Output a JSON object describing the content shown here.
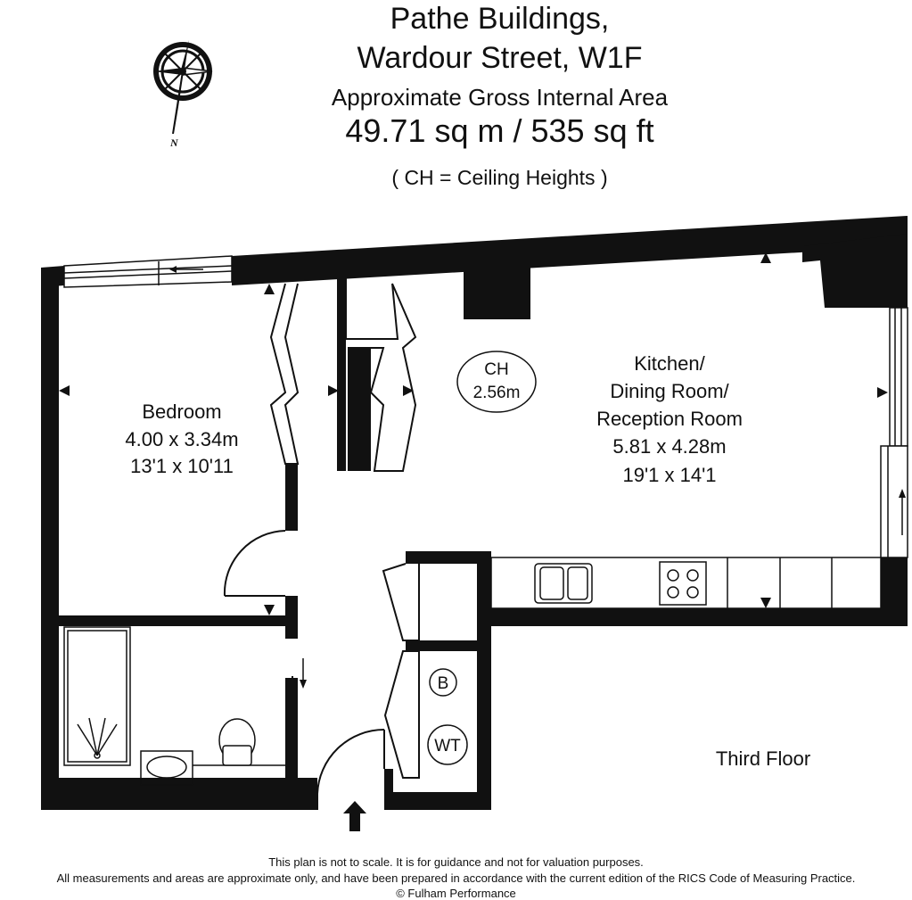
{
  "header": {
    "title_line1": "Pathe Buildings,",
    "title_line2": "Wardour Street, W1F",
    "area_label": "Approximate Gross Internal Area",
    "area_value": "49.71 sq m  /  535 sq ft",
    "ch_note": "( CH = Ceiling Heights )"
  },
  "compass": {
    "north_label": "N"
  },
  "rooms": {
    "bedroom": {
      "name": "Bedroom",
      "metric": "4.00 x 3.34m",
      "imperial": "13'1 x 10'11"
    },
    "living": {
      "name_line1": "Kitchen/",
      "name_line2": "Dining Room/",
      "name_line3": "Reception Room",
      "metric": "5.81 x 4.28m",
      "imperial": "19'1 x 14'1"
    }
  },
  "ceiling": {
    "label": "CH",
    "value": "2.56m"
  },
  "fixtures": {
    "boiler": "B",
    "water_tank": "WT"
  },
  "floor_label": "Third Floor",
  "footer": {
    "line1": "This plan is not to scale. It is for guidance and not for valuation purposes.",
    "line2": "All measurements and areas are approximate only, and have been prepared in accordance with the current edition of the RICS Code of Measuring Practice.",
    "line3": "© Fulham Performance"
  }
}
